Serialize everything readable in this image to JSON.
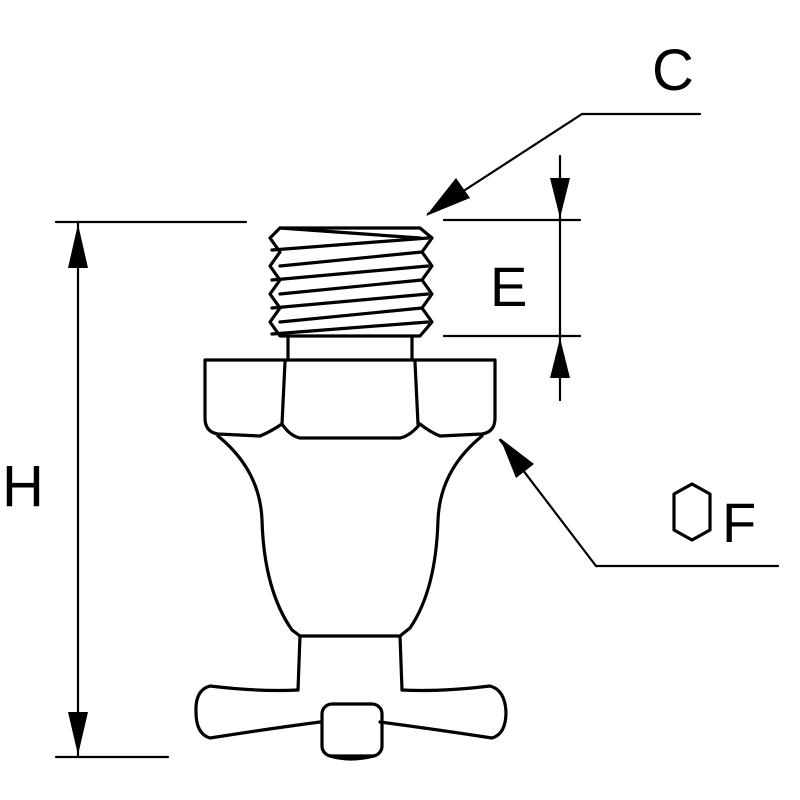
{
  "labels": {
    "c": "C",
    "e": "E",
    "f": "F",
    "h": "H"
  },
  "icons": {
    "hexagon": "hexagon-icon"
  }
}
